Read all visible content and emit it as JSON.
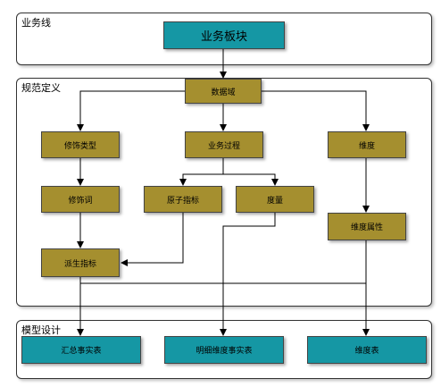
{
  "sections": {
    "business_line": "业务线",
    "spec_definition": "规范定义",
    "model_design": "模型设计"
  },
  "nodes": {
    "business_block": "业务板块",
    "data_domain": "数据域",
    "modifier_type": "修饰类型",
    "business_process": "业务过程",
    "dimension": "维度",
    "modifier_word": "修饰词",
    "atomic_metric": "原子指标",
    "measure": "度量",
    "dimension_attribute": "维度属性",
    "derived_metric": "派生指标",
    "summary_fact_table": "汇总事实表",
    "detail_dim_fact_table": "明细维度事实表",
    "dimension_table": "维度表"
  },
  "colors": {
    "olive": "#A58F2F",
    "teal": "#1597A4",
    "line": "#000000"
  }
}
